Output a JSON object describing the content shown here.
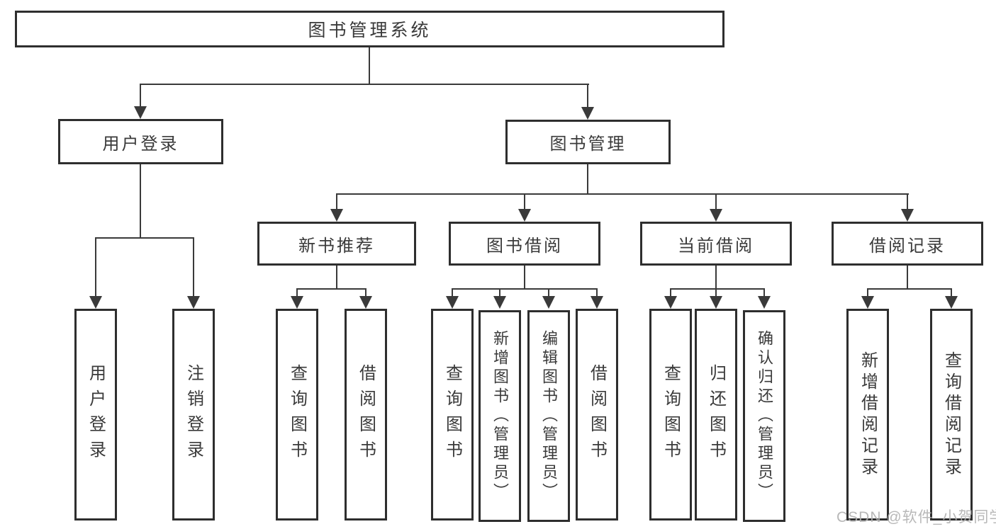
{
  "diagram": {
    "root": {
      "label": "图书管理系统"
    },
    "level2": [
      {
        "label": "用户登录"
      },
      {
        "label": "图书管理"
      }
    ],
    "level3": [
      {
        "label": "新书推荐"
      },
      {
        "label": "图书借阅"
      },
      {
        "label": "当前借阅"
      },
      {
        "label": "借阅记录"
      }
    ],
    "leaves": {
      "login": [
        "用户登录",
        "注销登录"
      ],
      "recommend": [
        "查询图书",
        "借阅图书"
      ],
      "borrow": [
        "查询图书",
        "新增图书（管理员）",
        "编辑图书（管理员）",
        "借阅图书"
      ],
      "current": [
        "查询图书",
        "归还图书",
        "确认归还（管理员）"
      ],
      "records": [
        "新增借阅记录",
        "查询借阅记录"
      ]
    }
  },
  "watermark": {
    "text": "CSDN @软件_小贺同学"
  },
  "colors": {
    "line": "#3a3a3a",
    "border": "#2e2e2e",
    "text": "#3a3a3a",
    "watermark": "#b2b2b2",
    "background": "#ffffff"
  }
}
